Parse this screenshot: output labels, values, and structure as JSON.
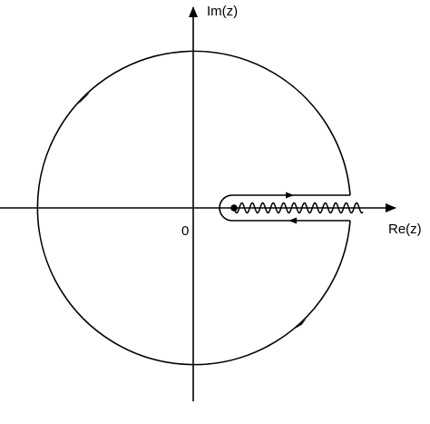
{
  "labels": {
    "imag_axis": "Im(z)",
    "real_axis": "Re(z)",
    "origin": "0"
  },
  "colors": {
    "stroke": "#000000",
    "background": "#ffffff"
  }
}
